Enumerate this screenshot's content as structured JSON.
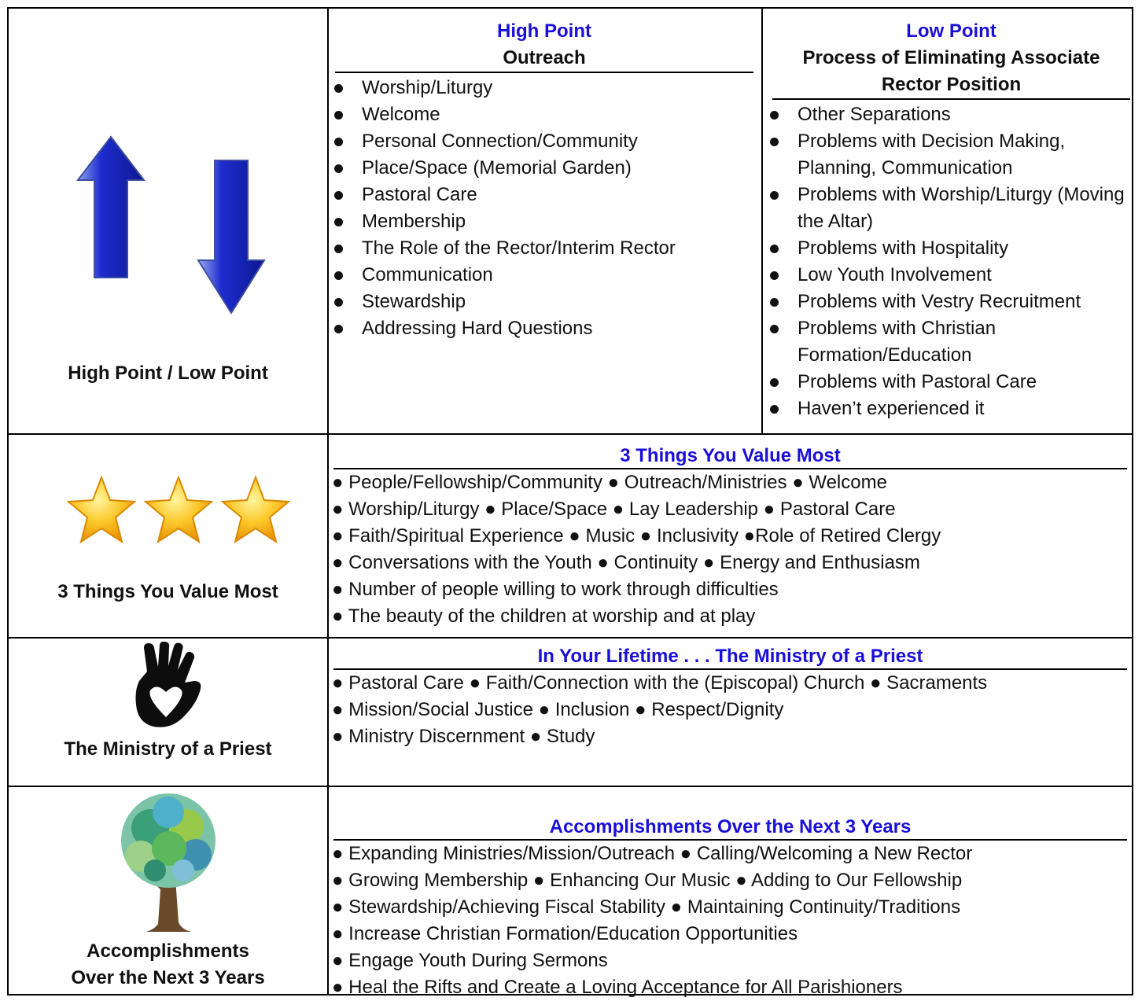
{
  "rows": {
    "high_low": {
      "label": "High Point  /  Low Point",
      "high": {
        "heading": "High Point",
        "subheading": "Outreach",
        "items": [
          "Worship/Liturgy",
          "Welcome",
          "Personal Connection/Community",
          "Place/Space (Memorial Garden)",
          "Pastoral Care",
          "Membership",
          "The Role of the Rector/Interim Rector",
          "Communication",
          "Stewardship",
          "Addressing Hard Questions"
        ]
      },
      "low": {
        "heading": "Low Point",
        "subheading_line1": "Process of Eliminating Associate",
        "subheading_line2": "Rector Position",
        "items": [
          "Other Separations",
          "Problems with Decision Making, Planning, Communication",
          "Problems with Worship/Liturgy (Moving the Altar)",
          "Problems with Hospitality",
          "Low Youth Involvement",
          "Problems with Vestry Recruitment",
          "Problems with Christian Formation/Education",
          "Problems with Pastoral Care",
          "Haven’t experienced it"
        ]
      }
    },
    "values": {
      "label": "3 Things You Value Most",
      "heading": "3 Things You Value Most",
      "lines": [
        "● People/Fellowship/Community ● Outreach/Ministries ● Welcome",
        "● Worship/Liturgy ● Place/Space ● Lay Leadership ● Pastoral Care",
        "● Faith/Spiritual Experience ● Music ● Inclusivity ●Role of Retired Clergy",
        "● Conversations with the Youth  ● Continuity ● Energy and Enthusiasm",
        "● Number of people willing to work through difficulties",
        "● The beauty of the children at worship and at play"
      ]
    },
    "ministry": {
      "label": "The Ministry of a Priest",
      "heading": "In Your Lifetime . . . The Ministry of a Priest",
      "lines": [
        "● Pastoral Care ● Faith/Connection with the (Episcopal) Church  ● Sacraments",
        "● Mission/Social Justice ● Inclusion ● Respect/Dignity",
        "● Ministry Discernment ● Study"
      ]
    },
    "accomplishments": {
      "label_line1": "Accomplishments",
      "label_line2": "Over the Next 3 Years",
      "heading": "Accomplishments Over the Next 3 Years",
      "lines": [
        "● Expanding Ministries/Mission/Outreach  ● Calling/Welcoming a New Rector",
        "● Growing Membership ● Enhancing Our Music ● Adding to Our Fellowship",
        "● Stewardship/Achieving Fiscal Stability ● Maintaining Continuity/Traditions",
        "● Increase Christian Formation/Education Opportunities",
        "● Engage Youth During Sermons",
        "● Heal the Rifts and Create a Loving Acceptance for All Parishioners"
      ]
    }
  },
  "icons": {
    "up": "arrow-up-icon",
    "down": "arrow-down-icon",
    "stars": "star-icon",
    "hand": "hand-heart-icon",
    "tree": "tree-icon"
  },
  "colors": {
    "heading_blue": "#1a0fd6",
    "arrow_blue": "#1f2fd0",
    "star_gold": "#f7b500"
  }
}
